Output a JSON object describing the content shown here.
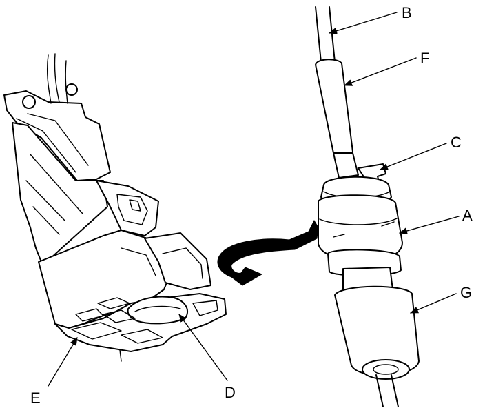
{
  "callouts": {
    "A": "A",
    "B": "B",
    "C": "C",
    "D": "D",
    "E": "E",
    "F": "F",
    "G": "G"
  }
}
